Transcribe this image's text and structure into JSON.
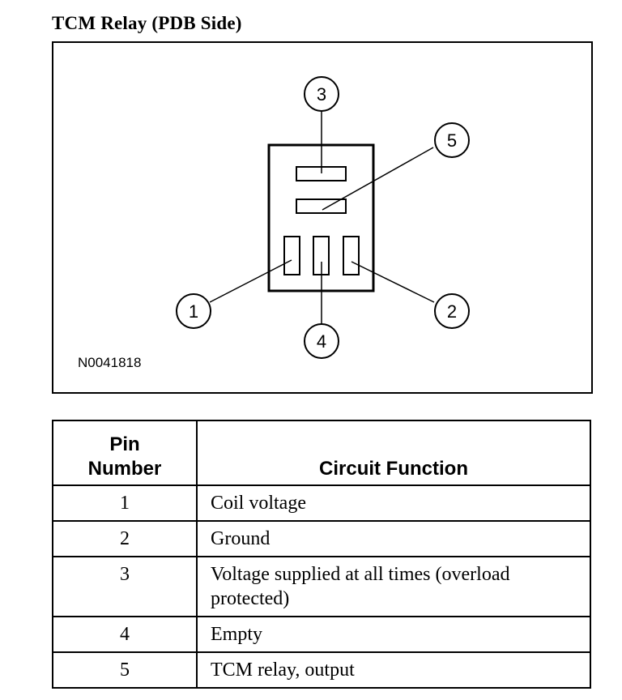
{
  "title": "TCM Relay (PDB Side)",
  "diagram": {
    "callouts": [
      "1",
      "2",
      "3",
      "4",
      "5"
    ],
    "figure_code": "N0041818"
  },
  "table": {
    "headers": {
      "pin": "Pin Number",
      "function": "Circuit Function"
    },
    "rows": [
      {
        "pin": "1",
        "function": "Coil voltage"
      },
      {
        "pin": "2",
        "function": "Ground"
      },
      {
        "pin": "3",
        "function": "Voltage supplied at all times (overload protected)"
      },
      {
        "pin": "4",
        "function": "Empty"
      },
      {
        "pin": "5",
        "function": "TCM relay, output"
      }
    ]
  }
}
